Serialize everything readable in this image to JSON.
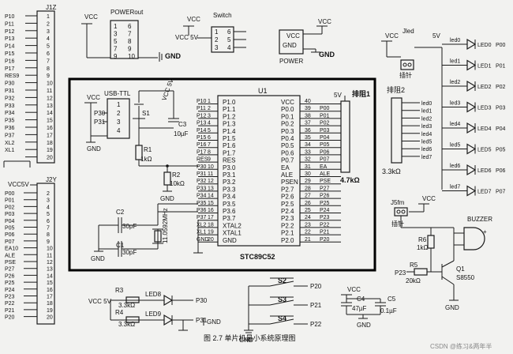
{
  "connector_j1z": {
    "label": "J1Z",
    "pins": [
      "P10",
      "P11",
      "P12",
      "P13",
      "P14",
      "P15",
      "P16",
      "P17",
      "RES9",
      "P30",
      "P31",
      "P32",
      "P33",
      "P34",
      "P35",
      "P36",
      "P37",
      "XL2",
      "XL1",
      "20"
    ],
    "numbers": [
      "1",
      "2",
      "3",
      "4",
      "5",
      "6",
      "7",
      "8",
      "9",
      "10",
      "11",
      "12",
      "13",
      "14",
      "15",
      "16",
      "17",
      "18",
      "19",
      "20"
    ]
  },
  "connector_j2y": {
    "label": "J2Y",
    "vcc_label": "VCC5V",
    "pins": [
      "P00",
      "P01",
      "P02",
      "P03",
      "P04",
      "P05",
      "P06",
      "P07",
      "EA10",
      "ALE",
      "PSE",
      "P27",
      "P26",
      "P25",
      "P24",
      "P23",
      "P22",
      "P21",
      "P20"
    ],
    "numbers": [
      "2",
      "3",
      "4",
      "5",
      "6",
      "7",
      "8",
      "9",
      "10",
      "11",
      "12",
      "13",
      "14",
      "15",
      "16",
      "17",
      "18",
      "19",
      "20"
    ]
  },
  "power_out": {
    "title": "POWERout",
    "vcc": "VCC",
    "left_pins": [
      "1",
      "3",
      "5",
      "7",
      "9"
    ],
    "right_pins": [
      "6",
      "7",
      "8",
      "9",
      "10"
    ],
    "gnd": "GND"
  },
  "switch_block": {
    "title": "Switch",
    "vcc_top": "VCC",
    "vcc_side": "VCC 5V",
    "left_pins": [
      "1",
      "2",
      "3"
    ],
    "right_pins": [
      "6",
      "5",
      "4"
    ]
  },
  "power_block": {
    "vcc": "VCC",
    "gnd_in": "GND",
    "gnd_out": "GND",
    "label": "POWER"
  },
  "jled": {
    "label": "Jled",
    "vcc": "VCC",
    "volt": "5V",
    "jumper": "插针"
  },
  "leds_right": {
    "names": [
      "led0",
      "led1",
      "led2",
      "led3",
      "led4",
      "led5",
      "led6",
      "led7"
    ],
    "labels": [
      "LED0",
      "LED1",
      "LED2",
      "LED3",
      "LED4",
      "LED5",
      "LED6",
      "LED7"
    ],
    "ports": [
      "P00",
      "P01",
      "P02",
      "P03",
      "P04",
      "P05",
      "P06",
      "P07"
    ]
  },
  "pai_zu2": {
    "title": "排阻2",
    "pins": [
      "led0",
      "led1",
      "led2",
      "led3",
      "led4",
      "led5",
      "led6",
      "led7"
    ],
    "value": "3.3kΩ"
  },
  "usb_ttl": {
    "title": "USB-TTL",
    "vcc": "VCC",
    "pins": [
      "P30",
      "P31"
    ],
    "numbers": [
      "1",
      "2",
      "3",
      "4"
    ],
    "gnd": "GND"
  },
  "reset": {
    "switch": "S1",
    "vcc": "VCC 5V",
    "cap": "C3",
    "cap_value": "10µF",
    "r1": "R1",
    "r1_value": "1kΩ",
    "r2": "R2",
    "r2_value": "10kΩ",
    "gnd": "GND"
  },
  "u1": {
    "label": "U1",
    "part": "STC89C52",
    "vcc": "VCC",
    "left_nums": [
      "1",
      "2",
      "3",
      "4",
      "5",
      "6",
      "7",
      "8",
      "9",
      "10",
      "11",
      "12",
      "13",
      "14",
      "15",
      "16",
      "17",
      "18",
      "19",
      "20"
    ],
    "left_nets": [
      "P10",
      "P11",
      "P12",
      "P13",
      "P14",
      "P15",
      "P16",
      "P17",
      "RES",
      "P30",
      "P31",
      "P32",
      "P33",
      "P34",
      "P35",
      "P36",
      "P37",
      "XL2",
      "XL1",
      "GND"
    ],
    "left_pins": [
      "P1.0",
      "P1.1",
      "P1.2",
      "P1.3",
      "P1.4",
      "P1.5",
      "P1.6",
      "P1.7",
      "RES",
      "P3.0",
      "P3.1",
      "P3.2",
      "P3.3",
      "P3.4",
      "P3.5",
      "P3.6",
      "P3.7",
      "XTAL2",
      "XTAL1",
      "GND"
    ],
    "right_pins": [
      "VCC",
      "P0.0",
      "P0.1",
      "P0.2",
      "P0.3",
      "P0.4",
      "P0.5",
      "P0.6",
      "P0.7",
      "EA",
      "ALE",
      "PSEN",
      "P2.7",
      "P2.6",
      "P2.5",
      "P2.4",
      "P2.3",
      "P2.2",
      "P2.1",
      "P2.0"
    ],
    "right_nums": [
      "40",
      "39",
      "38",
      "37",
      "36",
      "35",
      "34",
      "33",
      "32",
      "31",
      "30",
      "29",
      "28",
      "27",
      "26",
      "25",
      "24",
      "23",
      "22",
      "21"
    ],
    "right_nets": [
      "",
      "P00",
      "P01",
      "P02",
      "P03",
      "P04",
      "P05",
      "P06",
      "P07",
      "EA",
      "ALE",
      "PSE",
      "P27",
      "P26",
      "P25",
      "P24",
      "P23",
      "P22",
      "P21",
      "P20"
    ],
    "vcc_right": "5V"
  },
  "pai_zu1": {
    "title": "排阻1",
    "value": "4.7kΩ",
    "vcc": "VCC"
  },
  "crystal": {
    "c2": "C2",
    "c2_value": "30pF",
    "c1": "C1",
    "c1_value": "30pF",
    "xtal": "11.0592MHz",
    "gnd": "GND"
  },
  "indicator_leds": {
    "vcc": "VCC 5V",
    "r3": "R3",
    "r3_value": "3.3kΩ",
    "r4": "R4",
    "r4_value": "3.3kΩ",
    "led8": "LED8",
    "led9": "LED9",
    "p30": "P30",
    "p31": "P31",
    "gnd": "GND"
  },
  "buttons": {
    "names": [
      "S2",
      "S3",
      "S4"
    ],
    "ports": [
      "P20",
      "P21",
      "P22"
    ],
    "gnd": "GND"
  },
  "decoupling": {
    "vcc": "VCC",
    "c4": "C4",
    "c4_value": "47µF",
    "c5": "C5",
    "c5_value": "0.1µF",
    "gnd": "GND"
  },
  "buzzer": {
    "jumper_label": "J5fm",
    "vcc": "VCC",
    "jumper": "插针",
    "title": "BUZZER",
    "r6": "R6",
    "r6_value": "1kΩ",
    "r5": "R5",
    "r5_value": "20kΩ",
    "p23": "P23",
    "q1": "Q1",
    "q1_part": "S8550",
    "gnd": "GND"
  },
  "caption": "图 2.7   单片机最小系统原理图",
  "watermark": "CSDN @练习&两年半"
}
